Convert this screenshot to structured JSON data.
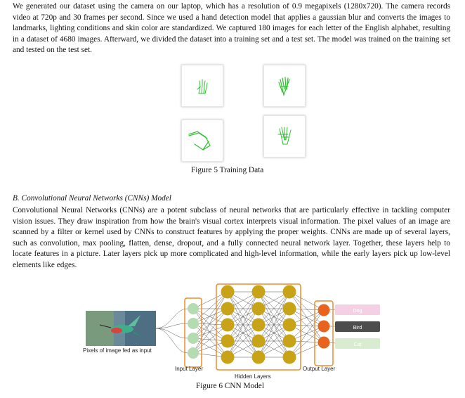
{
  "paragraphs": {
    "dataset": "We generated our dataset using the camera on our laptop, which has a resolution of 0.9 megapixels (1280x720). The camera records video at 720p and 30 frames per second. Since we used a hand detection model that applies a gaussian blur and converts the images to landmarks, lighting conditions and skin color are standardized. We captured 180 images for each letter of the English alphabet, resulting in a dataset of 4680 images. Afterward, we divided the dataset into a training set and a test set. The model was trained on the training set and tested on the test set.",
    "cnn": "Convolutional Neural Networks (CNNs) are a potent subclass of neural networks that are particularly effective in tackling computer vision issues. They draw inspiration from how the brain's visual cortex interprets visual information. The pixel values of an image are scanned by a filter or kernel used by CNNs to construct features by applying the proper weights. CNNs are made up of several layers, such as convolution, max pooling, flatten, dense, dropout, and a fully connected neural network layer. Together, these layers help to locate features in a picture. Later layers pick up more complicated and high-level information, while the early layers pick up low-level elements like edges."
  },
  "section_heading": "B.  Convolutional Neural Networks (CNNs) Model",
  "figure5": {
    "caption": "Figure 5 Training Data"
  },
  "figure6": {
    "caption": "Figure 6 CNN Model",
    "input_caption": "Pixels of image fed as input",
    "input_layer_label": "Input Layer",
    "hidden_layers_label": "Hidden Layers",
    "output_layer_label": "Output Layer",
    "outputs": [
      "Dog",
      "Bird",
      "Cat"
    ],
    "colors": {
      "input_node": "#b5dbb0",
      "hidden_node": "#c8a318",
      "output_node": "#e8641e",
      "box_border": "#f08a2a",
      "dog_box": "#f5d0e4",
      "bird_box": "#4d4d4d",
      "cat_box": "#d8eccf",
      "stroke_green": "#30c030"
    }
  }
}
